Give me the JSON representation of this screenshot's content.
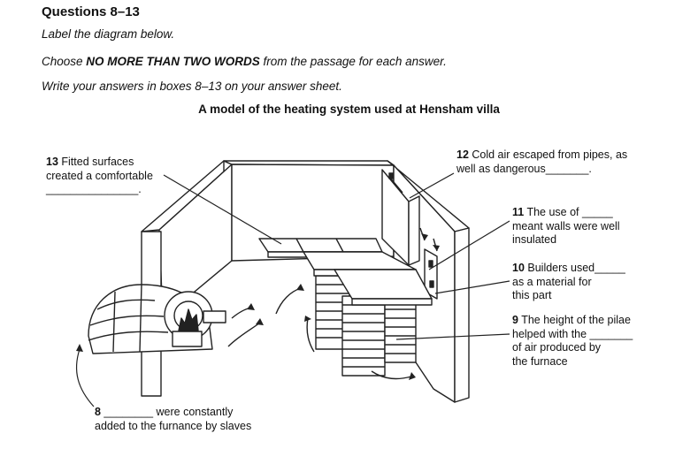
{
  "header": {
    "title": "Questions 8–13",
    "instruction_1": "Label the diagram below.",
    "instruction_2_pre": "Choose ",
    "instruction_2_bold": "NO MORE THAN TWO WORDS",
    "instruction_2_post": " from the passage for each answer.",
    "instruction_3": "Write your answers in boxes 8–13 on your answer sheet."
  },
  "diagram": {
    "title": "A model of the heating system used at Hensham villa",
    "labels": {
      "q13": {
        "num": "13",
        "line1": " Fitted surfaces",
        "line2": "created a comfortable",
        "line3": "_______________."
      },
      "q12": {
        "num": "12",
        "line1": " Cold air escaped from pipes, as",
        "line2": "well as dangerous_______."
      },
      "q11": {
        "num": "11",
        "line1": " The use of _____",
        "line2": "meant walls were well",
        "line3": "insulated"
      },
      "q10": {
        "num": "10",
        "line1": " Builders used_____",
        "line2": "as a material for",
        "line3": "this part"
      },
      "q9": {
        "num": "9",
        "line1": " The height of the pilae",
        "line2": "helped with the _______",
        "line3": "of air produced by",
        "line4": "the furnace"
      },
      "q8": {
        "num": "8",
        "line1": " ________ were constantly",
        "line2": "added to the furnance by slaves"
      }
    }
  }
}
